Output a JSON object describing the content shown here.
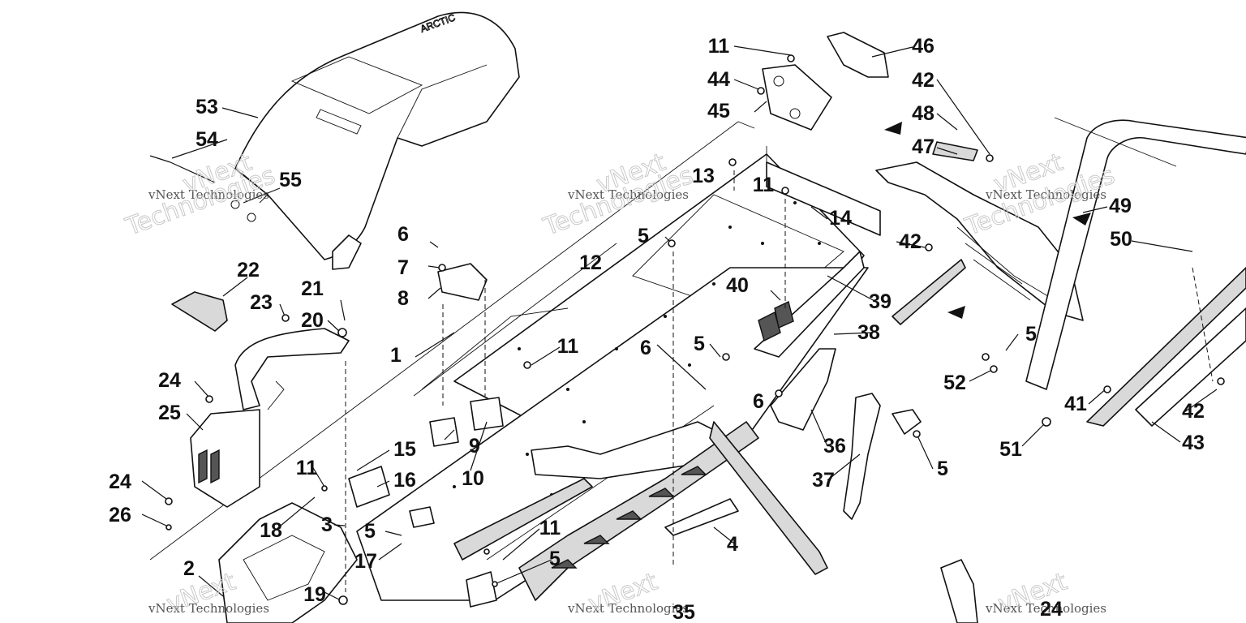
{
  "diagram": {
    "callouts": [
      "1",
      "2",
      "3",
      "4",
      "5",
      "5",
      "5",
      "5",
      "5",
      "5",
      "6",
      "6",
      "6",
      "7",
      "8",
      "9",
      "10",
      "11",
      "11",
      "11",
      "11",
      "11",
      "12",
      "13",
      "14",
      "15",
      "16",
      "17",
      "18",
      "19",
      "20",
      "21",
      "22",
      "23",
      "24",
      "24",
      "24",
      "25",
      "26",
      "35",
      "36",
      "37",
      "38",
      "39",
      "40",
      "41",
      "42",
      "42",
      "42",
      "43",
      "44",
      "45",
      "46",
      "47",
      "48",
      "49",
      "50",
      "51",
      "52",
      "53",
      "54",
      "55"
    ],
    "watermark": {
      "small": "vNext Technologies",
      "large_line1": "vNext",
      "large_line2": "Technologies"
    }
  }
}
